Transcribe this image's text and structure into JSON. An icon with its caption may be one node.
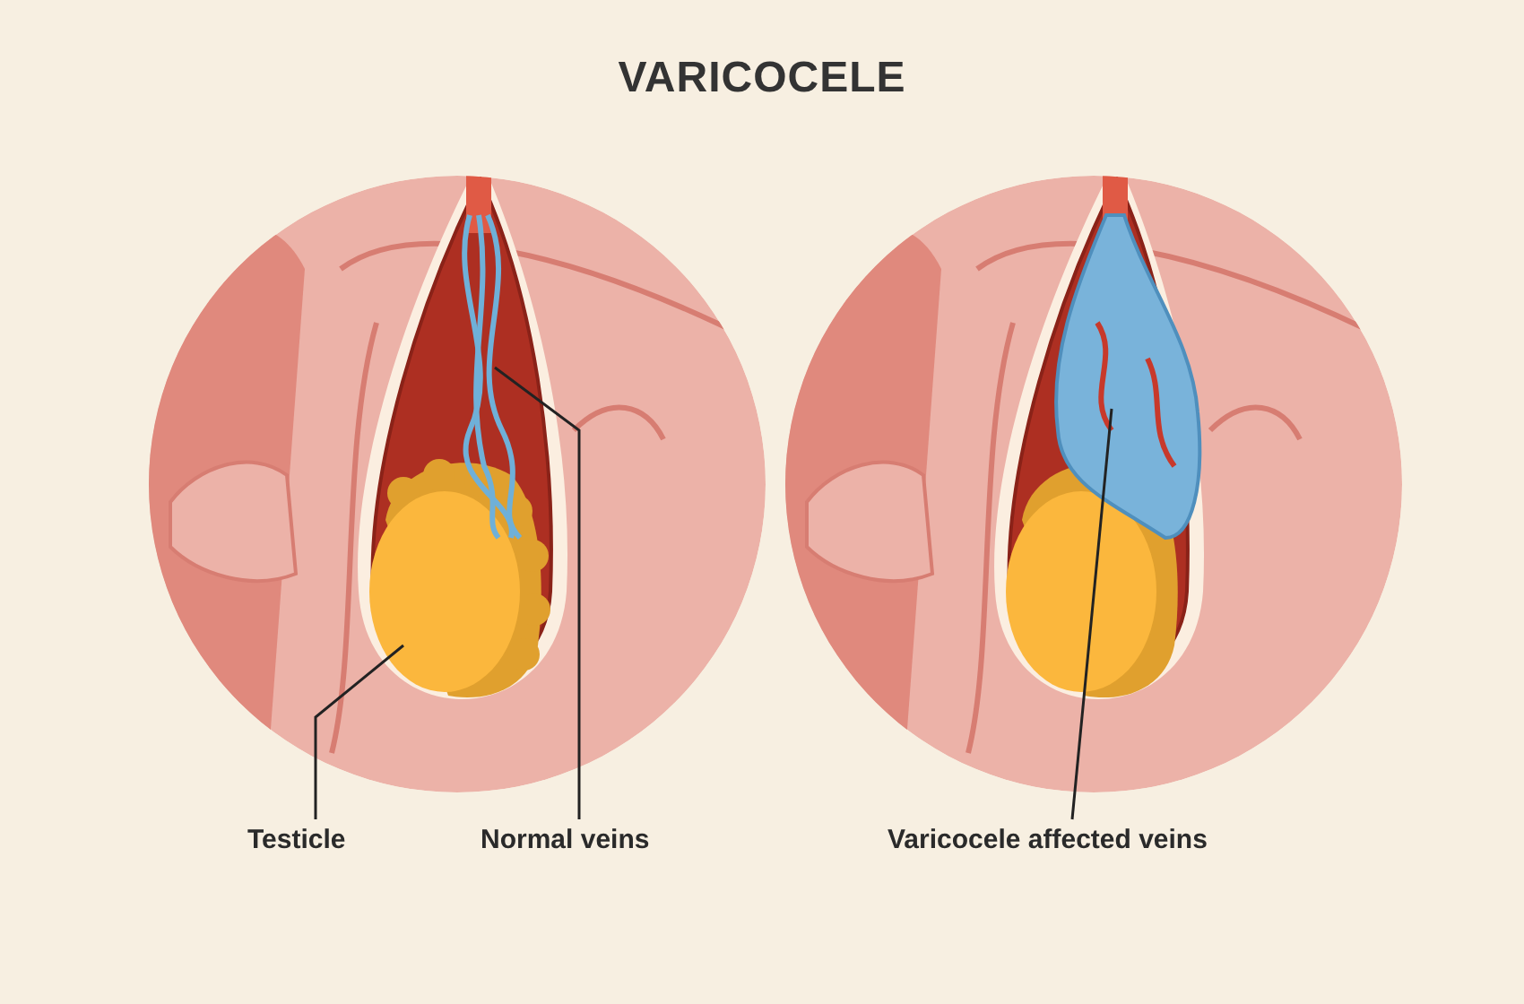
{
  "diagram": {
    "title": "VARICOCELE",
    "nodes": [
      {
        "text": [
          "Testicle"
        ]
      },
      {
        "text": [],
        "shape": "picture"
      },
      {
        "text": [
          "Normal veins"
        ]
      },
      {
        "text": [],
        "shape": "picture"
      },
      {
        "text": [
          "Varicocele affected veins"
        ]
      },
      {
        "text": [],
        "shape": "picture"
      }
    ],
    "edges": [
      {
        "from": 0,
        "to": 1,
        "arrow": "none"
      },
      {
        "from": 2,
        "to": 3,
        "arrow": "none"
      },
      {
        "from": 4,
        "to": 5,
        "arrow": "none"
      }
    ]
  }
}
